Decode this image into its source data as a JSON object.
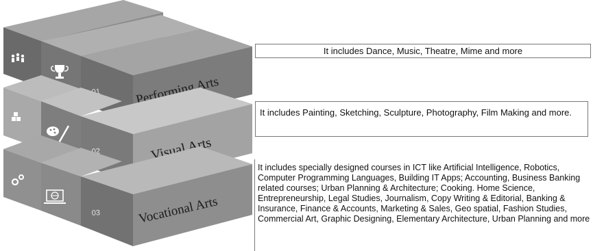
{
  "blocks": [
    {
      "number": "01",
      "title": "Performing Arts",
      "icon_left": "people-icon",
      "icon_mid": "trophy-icon",
      "description": "It includes Dance, Music, Theatre, Mime and more"
    },
    {
      "number": "02",
      "title": "Visual Arts",
      "icon_left": "boxes-icon",
      "icon_mid": "palette-brush-icon",
      "description": "It includes Painting, Sketching, Sculpture, Photography, Film Making and more."
    },
    {
      "number": "03",
      "title": "Vocational Arts",
      "icon_left": "gears-icon",
      "icon_mid": "laptop-globe-icon",
      "description": "It includes specially designed courses in ICT like Artificial Intelligence, Robotics, Computer Programming Languages, Building IT Apps; Accounting, Business Banking related courses; Urban Planning & Architecture; Cooking. Home Science, Entrepreneurship, Legal Studies, Journalism, Copy Writing & Editorial,  Banking & Insurance, Finance & Accounts, Marketing & Sales, Geo spatial, Fashion Studies, Commercial Art, Graphic Designing, Elementary Architecture, Urban Planning and more"
    }
  ],
  "colors": {
    "top": "#9e9e9e",
    "front_light": "#8a8a8a",
    "front_dark": "#6e6e6e",
    "side": "#5a5a5a",
    "text": "#111111",
    "label": "#e6e6e6"
  }
}
